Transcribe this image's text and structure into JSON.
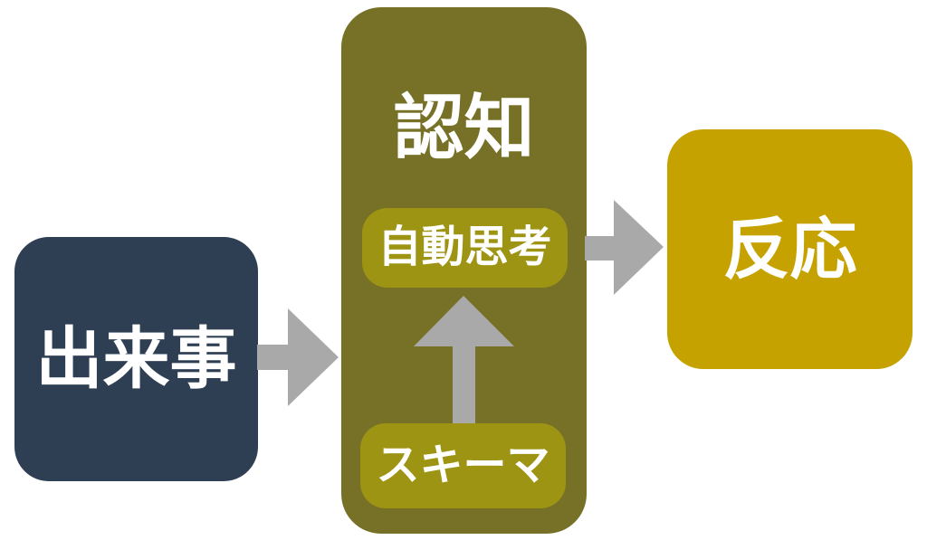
{
  "diagram": {
    "nodes": {
      "event": {
        "label": "出来事"
      },
      "cognition": {
        "label": "認知"
      },
      "automatic_thought": {
        "label": "自動思考"
      },
      "schema": {
        "label": "スキーマ"
      },
      "response": {
        "label": "反応"
      }
    },
    "arrows": [
      {
        "name": "event-to-cognition",
        "direction": "right"
      },
      {
        "name": "cognition-to-response",
        "direction": "right"
      },
      {
        "name": "schema-to-automatic-thought",
        "direction": "up"
      }
    ],
    "colors": {
      "background": "#ffffff",
      "event_bg": "#2e3e53",
      "cognition_bg": "#777128",
      "inner_bg": "#9e9414",
      "response_bg": "#c6a200",
      "arrow": "#a9a9a9",
      "label_text": "#ffffff"
    }
  }
}
